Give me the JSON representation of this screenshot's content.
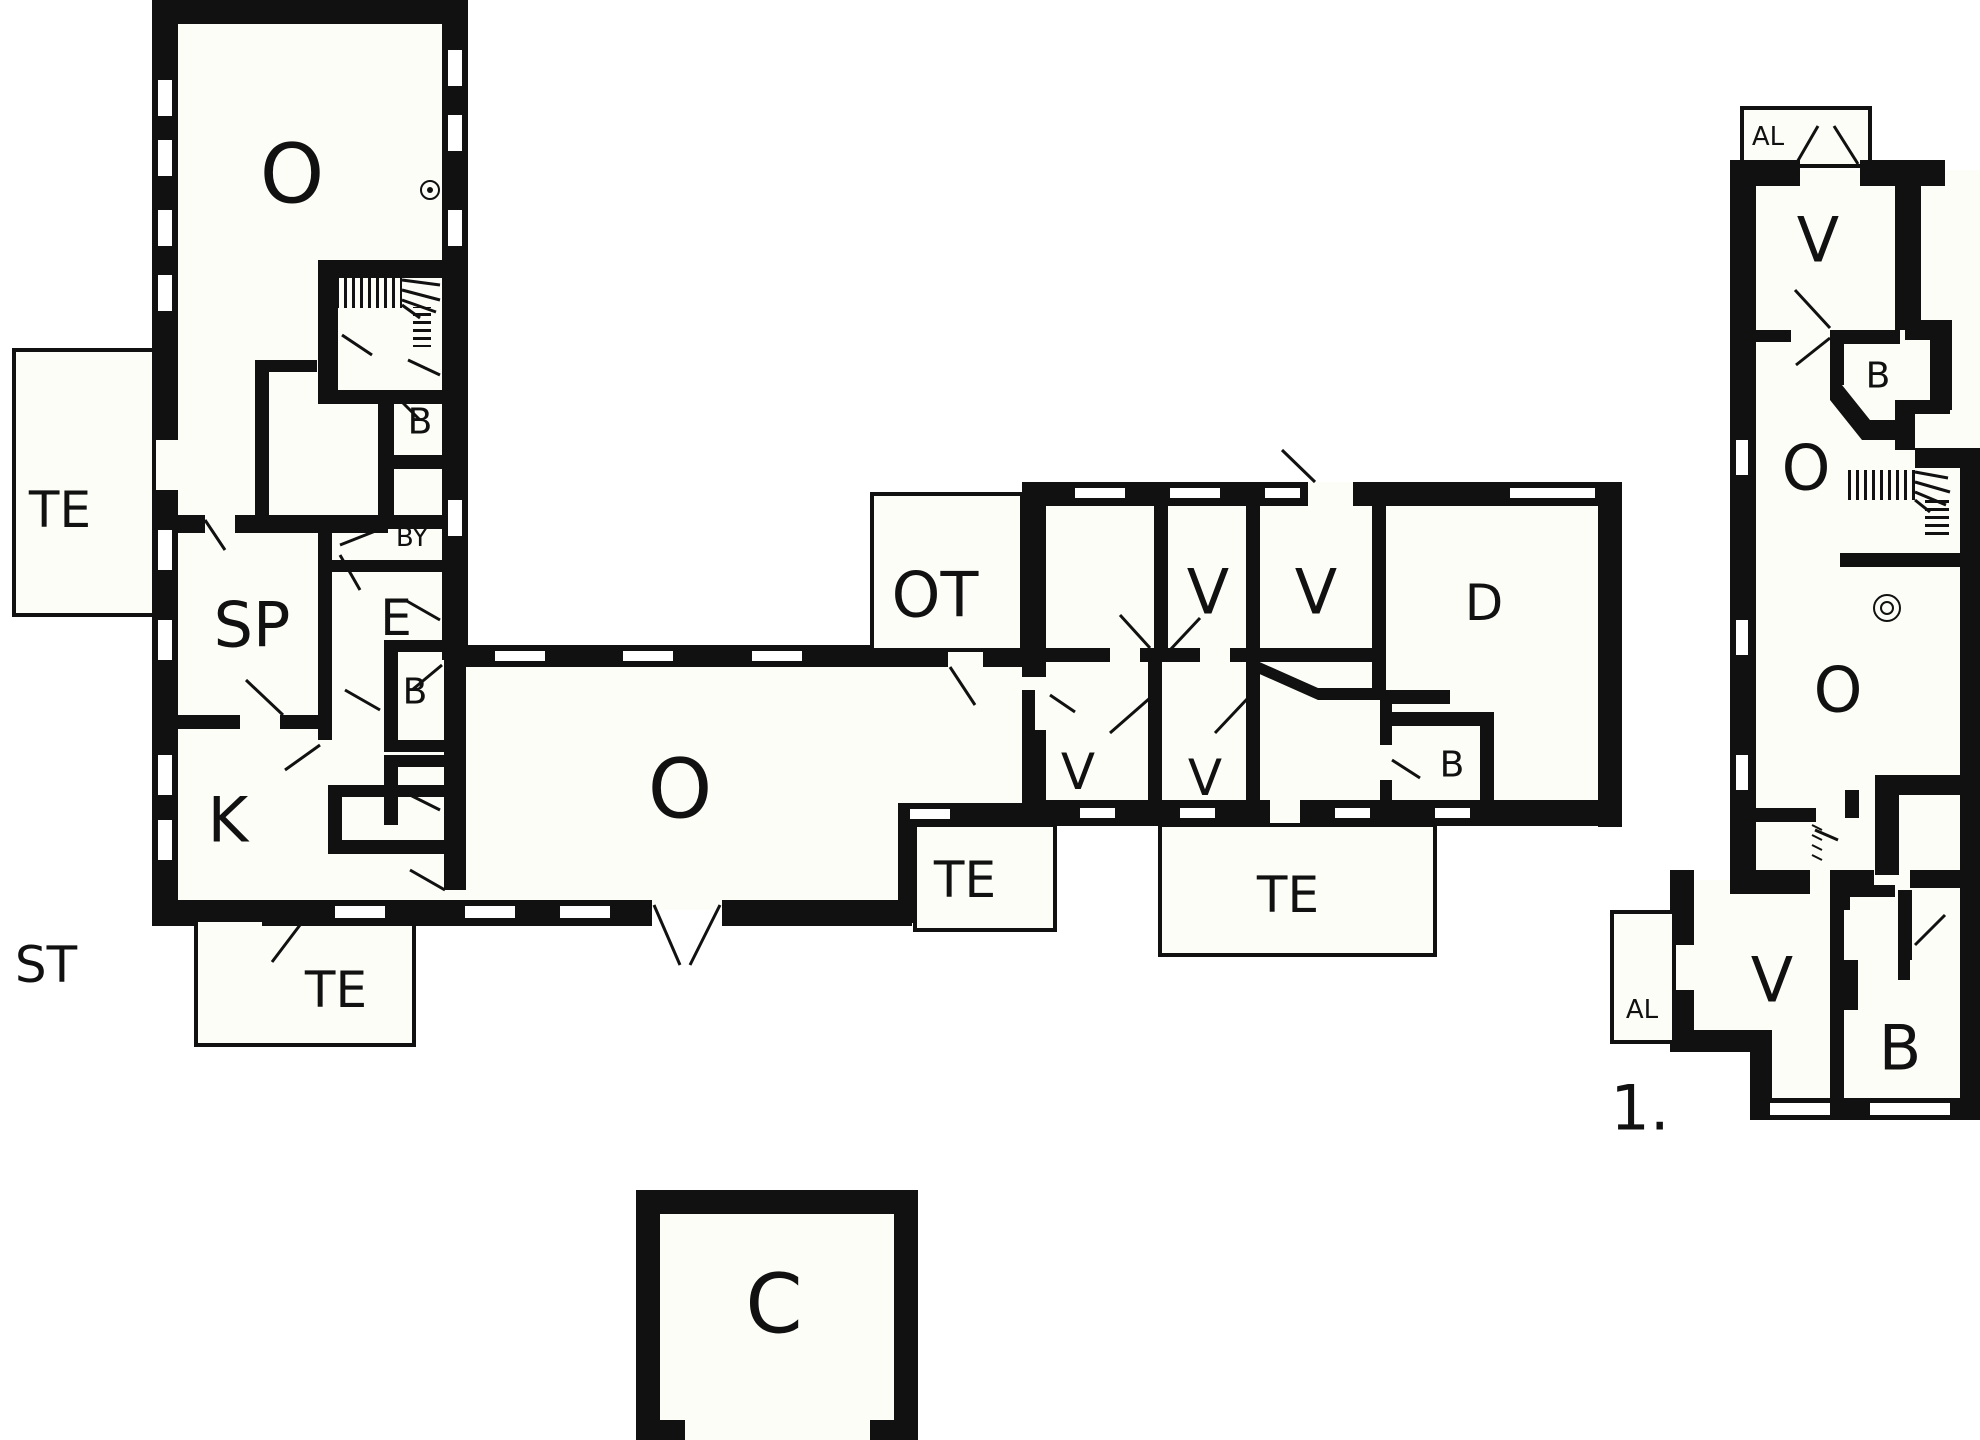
{
  "plan": {
    "level_label": "1.",
    "site_label": "ST",
    "rooms": {
      "west_o": "O",
      "west_te": "TE",
      "west_b": "B",
      "west_by": "BY",
      "west_sp": "SP",
      "west_e": "E",
      "west_b2": "B",
      "west_k": "K",
      "south_te": "TE",
      "hall_o": "O",
      "ot": "OT",
      "v_upper1": "V",
      "v_upper2": "V",
      "v_lower1": "V",
      "v_lower2": "V",
      "d": "D",
      "b_mid": "B",
      "te_mid1": "TE",
      "te_mid2": "TE",
      "c": "C",
      "east_al_top": "AL",
      "east_v_top": "V",
      "east_b_top": "B",
      "east_o_top": "O",
      "east_o_mid": "O",
      "east_v_bot": "V",
      "east_al_bot": "AL",
      "east_b_bot": "B"
    }
  }
}
